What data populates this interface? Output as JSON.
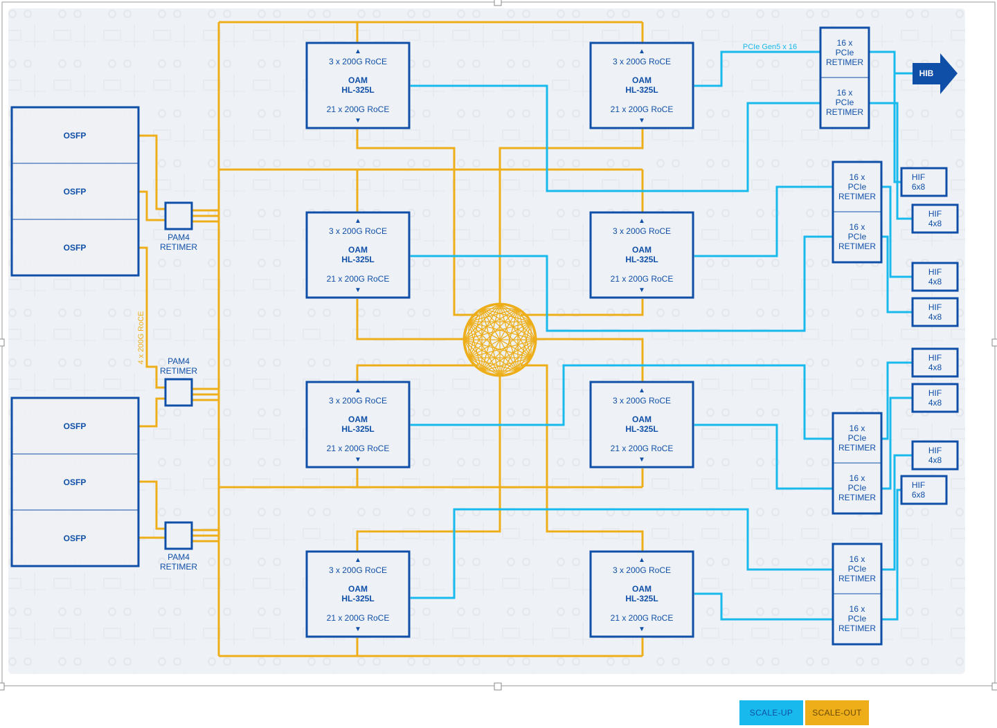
{
  "colors": {
    "scale_out": "#EDAE1A",
    "scale_up": "#18B9EC",
    "box_border": "#0F4FA8",
    "box_text": "#0F4FA8",
    "board_bg": "#EEF1F5",
    "legend_up_text": "#0F4FA8",
    "legend_out_text": "#6B4A00"
  },
  "oam": {
    "top_label": "3 x 200G RoCE",
    "name_line1": "OAM",
    "name_line2": "HL-325L",
    "bottom_label": "21 x 200G RoCE",
    "arrow_up": "▲",
    "arrow_down": "▼"
  },
  "osfp_label": "OSFP",
  "pam4": {
    "line1": "PAM4",
    "line2": "RETIMER"
  },
  "retimer": {
    "line1": "16 x",
    "line2": "PCIe",
    "line3": "RETIMER"
  },
  "hif": {
    "name": "HIF",
    "sizes": [
      "6x8",
      "4x8",
      "4x8",
      "4x8",
      "4x8",
      "4x8",
      "4x8",
      "6x8"
    ]
  },
  "hib_label": "HIB",
  "pcie_link_label": "PCIe Gen5 x 16",
  "roce_link_label": "4 x 200G RoCE",
  "legend": {
    "scale_up": "SCALE-UP",
    "scale_out": "SCALE-OUT"
  }
}
